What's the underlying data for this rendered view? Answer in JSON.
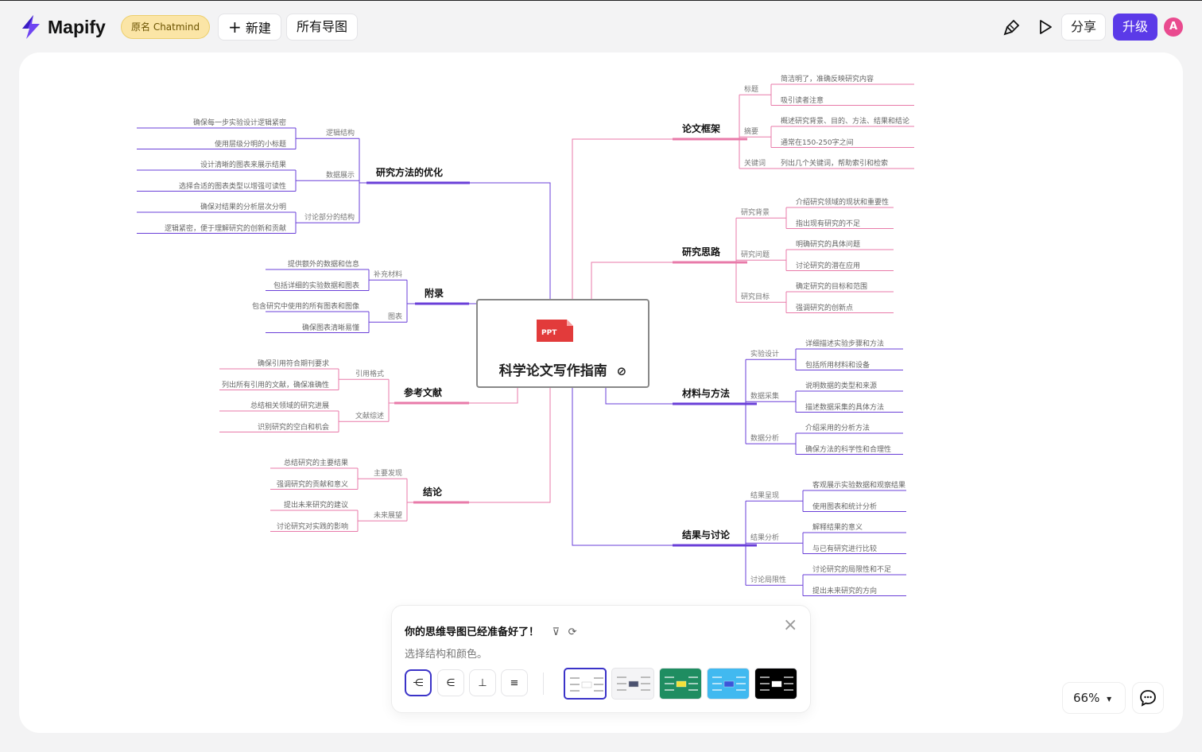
{
  "app": {
    "name": "Mapify",
    "badge": "原名 Chatmind"
  },
  "toolbar": {
    "new_label": "新建",
    "all_maps_label": "所有导图",
    "share_label": "分享",
    "upgrade_label": "升级",
    "avatar_initial": "A"
  },
  "colors": {
    "accent": "#5b3ae8",
    "avatar": "#e94a8f",
    "pink_branch": "#e87aa9",
    "purple_branch": "#6a3fd8"
  },
  "mindmap": {
    "central": {
      "title": "科学论文写作指南",
      "file_badge": "PPT"
    },
    "branches": [
      {
        "id": "b0",
        "label": "研究方法的优化",
        "color": "#6a3fd8",
        "subs": [
          {
            "label": "逻辑结构",
            "leaves": [
              "确保每一步实验设计逻辑紧密",
              "使用层级分明的小标题"
            ]
          },
          {
            "label": "数据展示",
            "leaves": [
              "设计清晰的图表来展示结果",
              "选择合适的图表类型以增强可读性"
            ]
          },
          {
            "label": "讨论部分的结构",
            "leaves": [
              "确保对结果的分析层次分明",
              "逻辑紧密，便于理解研究的创新和贡献"
            ]
          }
        ]
      },
      {
        "id": "b1",
        "label": "附录",
        "color": "#6a3fd8",
        "subs": [
          {
            "label": "补充材料",
            "leaves": [
              "提供额外的数据和信息",
              "包括详细的实验数据和图表"
            ]
          },
          {
            "label": "图表",
            "leaves": [
              "包含研究中使用的所有图表和图像",
              "确保图表清晰易懂"
            ]
          }
        ]
      },
      {
        "id": "b2",
        "label": "参考文献",
        "color": "#e87aa9",
        "subs": [
          {
            "label": "引用格式",
            "leaves": [
              "确保引用符合期刊要求",
              "列出所有引用的文献，确保准确性"
            ]
          },
          {
            "label": "文献综述",
            "leaves": [
              "总结相关领域的研究进展",
              "识别研究的空白和机会"
            ]
          }
        ]
      },
      {
        "id": "b3",
        "label": "结论",
        "color": "#e87aa9",
        "subs": [
          {
            "label": "主要发现",
            "leaves": [
              "总结研究的主要结果",
              "强调研究的贡献和意义"
            ]
          },
          {
            "label": "未来展望",
            "leaves": [
              "提出未来研究的建议",
              "讨论研究对实践的影响"
            ]
          }
        ]
      },
      {
        "id": "b4",
        "label": "论文框架",
        "color": "#e87aa9",
        "subs": [
          {
            "label": "标题",
            "leaves": [
              "简洁明了，准确反映研究内容",
              "吸引读者注意"
            ]
          },
          {
            "label": "摘要",
            "leaves": [
              "概述研究背景、目的、方法、结果和结论",
              "通常在150-250字之间"
            ]
          },
          {
            "label": "关键词",
            "leaves": [
              "列出几个关键词，帮助索引和检索"
            ]
          }
        ]
      },
      {
        "id": "b5",
        "label": "研究思路",
        "color": "#e87aa9",
        "subs": [
          {
            "label": "研究背景",
            "leaves": [
              "介绍研究领域的现状和重要性",
              "指出现有研究的不足"
            ]
          },
          {
            "label": "研究问题",
            "leaves": [
              "明确研究的具体问题",
              "讨论研究的潜在应用"
            ]
          },
          {
            "label": "研究目标",
            "leaves": [
              "确定研究的目标和范围",
              "强调研究的创新点"
            ]
          }
        ]
      },
      {
        "id": "b6",
        "label": "材料与方法",
        "color": "#6a3fd8",
        "subs": [
          {
            "label": "实验设计",
            "leaves": [
              "详细描述实验步骤和方法",
              "包括所用材料和设备"
            ]
          },
          {
            "label": "数据采集",
            "leaves": [
              "说明数据的类型和来源",
              "描述数据采集的具体方法"
            ]
          },
          {
            "label": "数据分析",
            "leaves": [
              "介绍采用的分析方法",
              "确保方法的科学性和合理性"
            ]
          }
        ]
      },
      {
        "id": "b7",
        "label": "结果与讨论",
        "color": "#6a3fd8",
        "subs": [
          {
            "label": "结果呈现",
            "leaves": [
              "客观展示实验数据和观察结果",
              "使用图表和统计分析"
            ]
          },
          {
            "label": "结果分析",
            "leaves": [
              "解释结果的意义",
              "与已有研究进行比较"
            ]
          },
          {
            "label": "讨论局限性",
            "leaves": [
              "讨论研究的局限性和不足",
              "提出未来研究的方向"
            ]
          }
        ]
      }
    ]
  },
  "panel": {
    "title": "你的思维导图已经准备好了！",
    "subtitle": "选择结构和颜色。",
    "layouts": [
      "⋲",
      "∈",
      "⊥",
      "≡"
    ],
    "themes": [
      {
        "bg": "#ffffff",
        "center": "#ffffff"
      },
      {
        "bg": "#f4f4f6",
        "center": "#4b5270"
      },
      {
        "bg": "#1f8d61",
        "center": "#f2e13a"
      },
      {
        "bg": "#41b9f0",
        "center": "#3b55d9"
      },
      {
        "bg": "#000000",
        "center": "#ffffff"
      }
    ]
  },
  "zoom": {
    "level": "66%"
  }
}
